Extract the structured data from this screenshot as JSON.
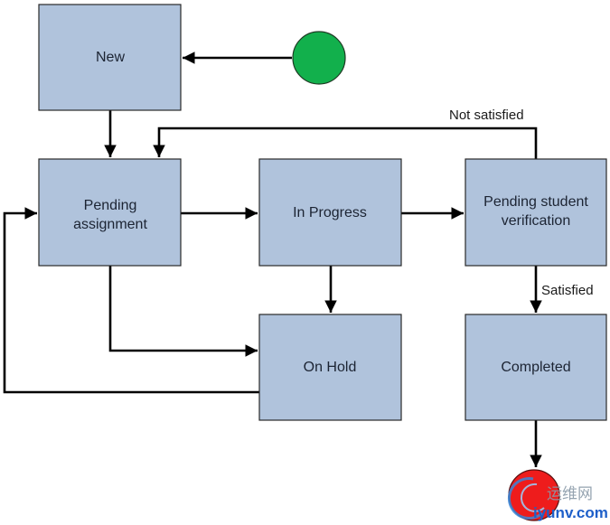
{
  "diagram": {
    "type": "state-machine",
    "colors": {
      "state_fill": "#b0c3dc",
      "start_node": "#12b04c",
      "end_node": "#ee1c1c",
      "edge": "#000000"
    },
    "start_node": {
      "id": "start",
      "icon": "start-circle"
    },
    "end_node": {
      "id": "end",
      "icon": "end-circle"
    },
    "states": [
      {
        "id": "new",
        "label": [
          "New"
        ]
      },
      {
        "id": "pending-assignment",
        "label": [
          "Pending",
          "assignment"
        ]
      },
      {
        "id": "in-progress",
        "label": [
          "In Progress"
        ]
      },
      {
        "id": "pending-student-verification",
        "label": [
          "Pending student",
          "verification"
        ]
      },
      {
        "id": "on-hold",
        "label": [
          "On Hold"
        ]
      },
      {
        "id": "completed",
        "label": [
          "Completed"
        ]
      }
    ],
    "transitions": [
      {
        "from": "start",
        "to": "new",
        "label": ""
      },
      {
        "from": "new",
        "to": "pending-assignment",
        "label": ""
      },
      {
        "from": "pending-assignment",
        "to": "in-progress",
        "label": ""
      },
      {
        "from": "pending-assignment",
        "to": "on-hold",
        "label": ""
      },
      {
        "from": "in-progress",
        "to": "pending-student-verification",
        "label": ""
      },
      {
        "from": "in-progress",
        "to": "on-hold",
        "label": ""
      },
      {
        "from": "pending-student-verification",
        "to": "pending-assignment",
        "label": "Not satisfied"
      },
      {
        "from": "pending-student-verification",
        "to": "completed",
        "label": "Satisfied"
      },
      {
        "from": "on-hold",
        "to": "pending-assignment",
        "label": ""
      },
      {
        "from": "completed",
        "to": "end",
        "label": ""
      }
    ]
  },
  "watermark": {
    "line1": "运维网",
    "line2": "iyunv.com"
  }
}
